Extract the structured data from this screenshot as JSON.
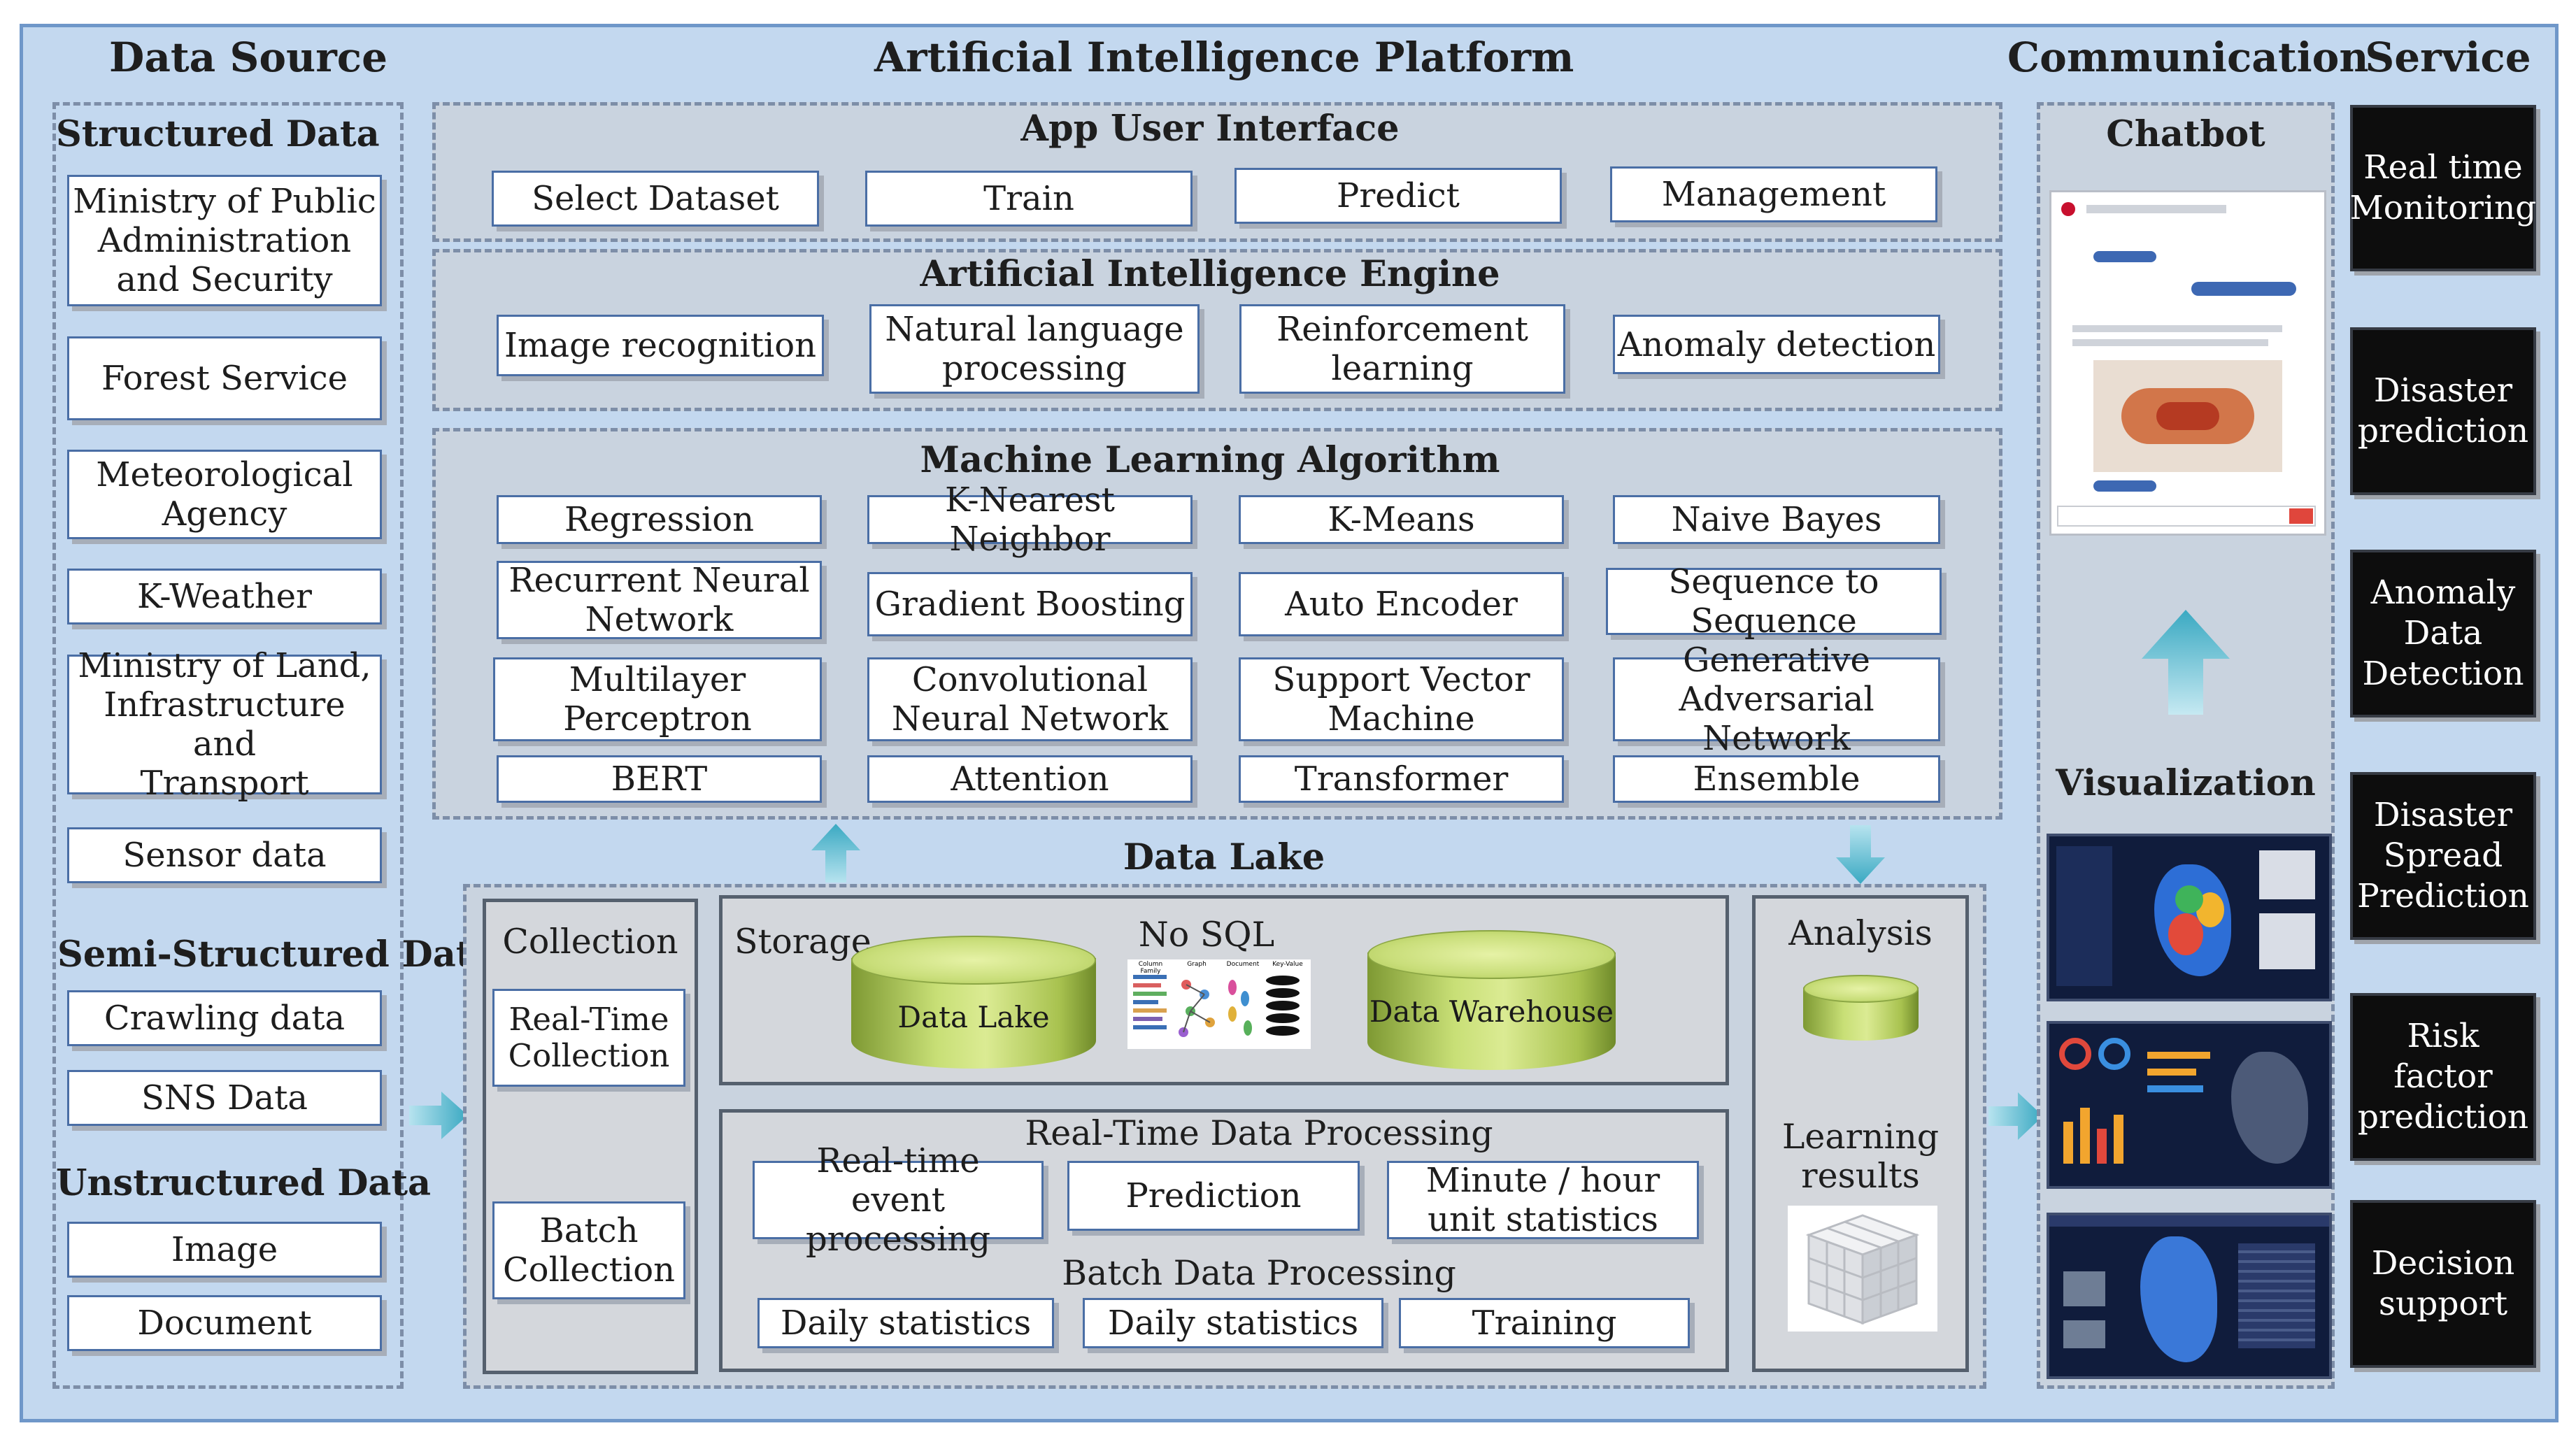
{
  "columns": {
    "data_source": "Data Source",
    "ai_platform": "Artificial Intelligence Platform",
    "communication": "Communication",
    "service": "Service"
  },
  "data_source": {
    "structured_title": "Structured Data",
    "structured_items": [
      "Ministry of Public\nAdministration\nand Security",
      "Forest Service",
      "Meteorological\nAgency",
      "K-Weather",
      "Ministry of Land,\nInfrastructure and\nTransport",
      "Sensor data"
    ],
    "semi_title": "Semi-Structured Data",
    "semi_items": [
      "Crawling data",
      "SNS Data"
    ],
    "unstructured_title": "Unstructured Data",
    "unstructured_items": [
      "Image",
      "Document"
    ]
  },
  "app_ui": {
    "title": "App User Interface",
    "items": [
      "Select Dataset",
      "Train",
      "Predict",
      "Management"
    ]
  },
  "ai_engine": {
    "title": "Artificial Intelligence  Engine",
    "items": [
      "Image recognition",
      "Natural language\nprocessing",
      "Reinforcement\nlearning",
      "Anomaly detection"
    ]
  },
  "ml": {
    "title": "Machine Learning Algorithm",
    "items": [
      "Regression",
      "K-Nearest Neighbor",
      "K-Means",
      "Naive Bayes",
      "Recurrent Neural\nNetwork",
      "Gradient Boosting",
      "Auto Encoder",
      "Sequence to Sequence",
      "Multilayer\nPerceptron",
      "Convolutional\nNeural Network",
      "Support Vector\nMachine",
      "Generative\nAdversarial Network",
      "BERT",
      "Attention",
      "Transformer",
      "Ensemble"
    ]
  },
  "data_lake": {
    "title": "Data Lake",
    "collection_title": "Collection",
    "realtime_collection": "Real-Time\nCollection",
    "batch_collection": "Batch\nCollection",
    "storage_label": "Storage",
    "nosql_label": "No SQL",
    "nosql_types": [
      "Column Family",
      "Graph",
      "Document",
      "Key-Value"
    ],
    "data_lake_cyl": "Data Lake",
    "data_warehouse_cyl": "Data Warehouse",
    "rt_processing_title": "Real-Time Data Processing",
    "rt_items": [
      "Real-time\nevent processing",
      "Prediction",
      "Minute / hour\nunit statistics"
    ],
    "batch_processing_title": "Batch Data Processing",
    "batch_items": [
      "Daily statistics",
      "Daily statistics",
      "Training"
    ],
    "analysis_title": "Analysis",
    "learning_results": "Learning\nresults"
  },
  "communication": {
    "chatbot_title": "Chatbot",
    "visualization_title": "Visualization"
  },
  "service": {
    "items": [
      "Real time\nMonitoring",
      "Disaster\nprediction",
      "Anomaly\nData\nDetection",
      "Disaster\nSpread\nPrediction",
      "Risk factor\nprediction",
      "Decision\nsupport"
    ]
  },
  "colors": {
    "frame": "#c3d8ef",
    "panel": "#d4d7dc",
    "arrow": "#4fb3c8",
    "service_box": "#0d0d0d"
  }
}
